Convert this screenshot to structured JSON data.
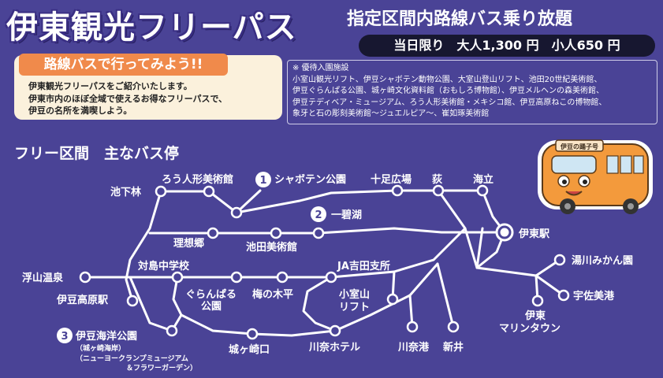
{
  "header": {
    "title": "伊東観光フリーパス",
    "headline": "指定区間内路線バス乗り放題",
    "price": "当日限り　大人1,300 円　小人650 円"
  },
  "intro": {
    "heading": "路線バスで行ってみよう!!",
    "lines": [
      "伊東観光フリーパスをご紹介いたします。",
      "伊東市内のほぼ全域で使えるお得なフリーパスで、",
      "伊豆の名所を満喫しよう。"
    ]
  },
  "facilities": {
    "heading": "※ 優待入園施設",
    "lines": [
      "小室山観光リフト、伊豆シャボテン動物公園、大室山登山リフト、池田20世紀美術館、",
      "伊豆ぐらんぱる公園、城ヶ崎文化資料館（おもしろ博物館）、伊豆メルヘンの森美術館、",
      "伊豆テディベア・ミュージアム、ろう人形美術館・メキシコ館、伊豆高原ねこの博物館、",
      "象牙と石の彫刻美術館～ジュエルピア～、崔如琢美術館"
    ]
  },
  "map": {
    "title": "フリー区間　主なバス停",
    "stops": {
      "ikeshitabayashi": "池下林",
      "rou": "ろう人形美術館",
      "shaboten_num": "1",
      "shaboten": "シャボテン公園",
      "jissoku": "十足広場",
      "ogi": "荻",
      "umidate": "海立",
      "ippeki_num": "2",
      "ippeki": "一碧湖",
      "ito": "伊東駅",
      "risokyo": "理想郷",
      "ikeda": "池田美術館",
      "yugawa": "湯川みかん園",
      "taishima": "対島中学校",
      "ja": "JA吉田支所",
      "ukiyama": "浮山温泉",
      "granpal_1": "ぐらんぱる",
      "granpal_2": "公園",
      "umenokidaira": "梅の木平",
      "komuro_1": "小室山",
      "komuro_2": "リフト",
      "usami": "宇佐美港",
      "kogen": "伊豆高原駅",
      "marine_1": "伊東",
      "marine_2": "マリンタウン",
      "kaiyo_num": "3",
      "kaiyo": "伊豆海洋公園",
      "kaiyo_sub1": "（城ヶ崎海岸）",
      "kaiyo_sub2": "（ニューヨークランプミュージアム",
      "kaiyo_sub3": "＆フラワーガーデン）",
      "jogasaki": "城ヶ崎口",
      "kawana_hotel": "川奈ホテル",
      "kawana_port": "川奈港",
      "arai": "新井"
    },
    "bus_sign": "伊豆の踊子号"
  }
}
